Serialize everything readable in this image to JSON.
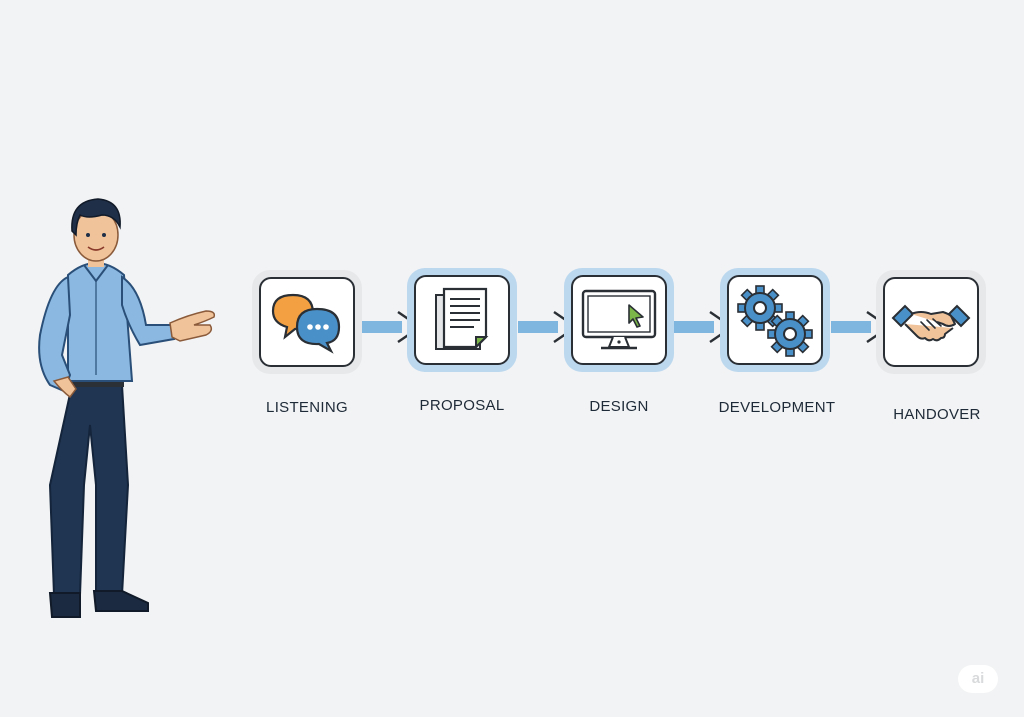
{
  "steps": [
    {
      "label": "LISTENING",
      "icon": "chat-bubbles-icon"
    },
    {
      "label": "PROPOSAL",
      "icon": "document-icon"
    },
    {
      "label": "DESIGN",
      "icon": "monitor-cursor-icon"
    },
    {
      "label": "DEVELOPMENT",
      "icon": "gears-icon"
    },
    {
      "label": "HANDOVER",
      "icon": "handshake-icon"
    }
  ],
  "colors": {
    "background": "#f2f3f4",
    "accent_blue": "#4a90c8",
    "arrow_blue": "#7fb6e0",
    "orange": "#f2a041",
    "green": "#7ab648",
    "outline": "#2a2f35"
  },
  "watermark": "ai"
}
